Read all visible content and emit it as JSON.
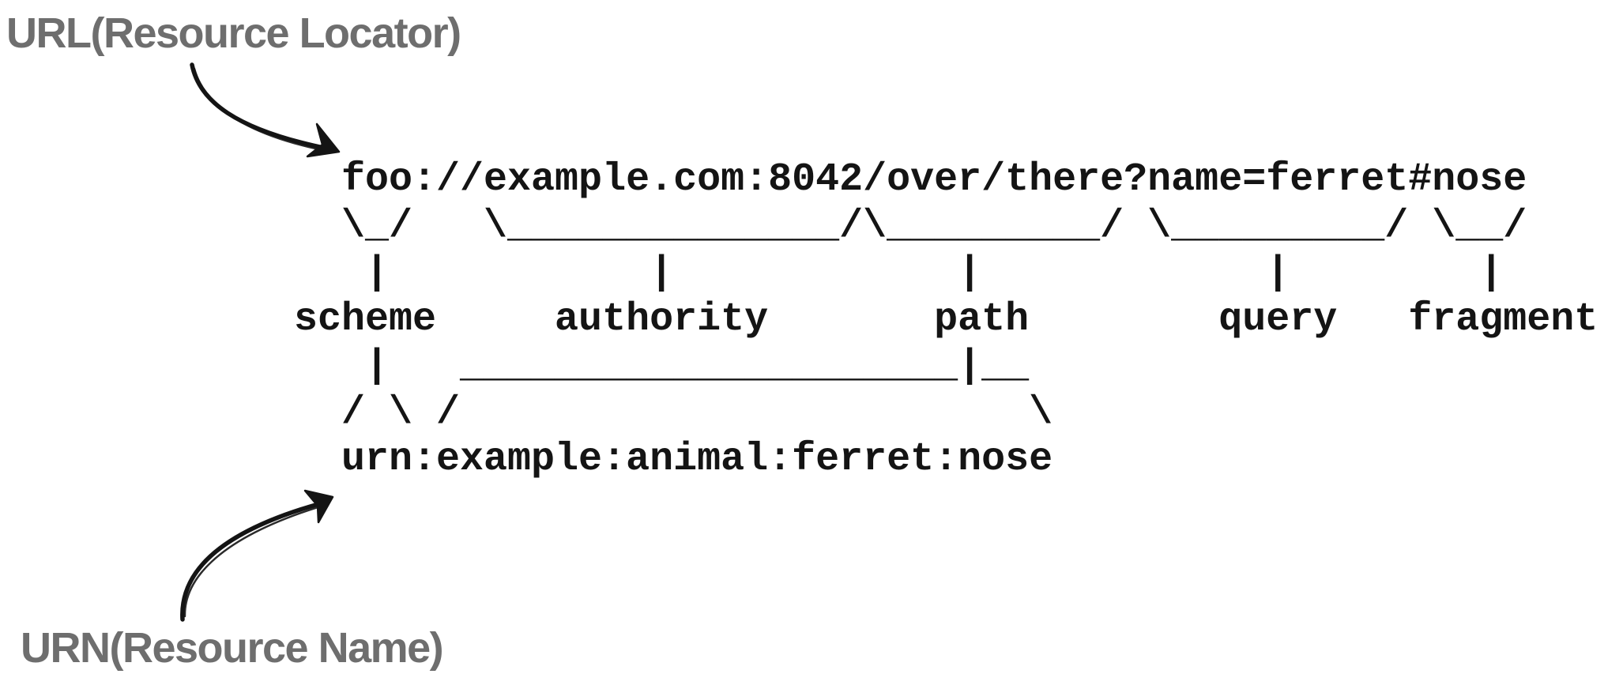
{
  "labels": {
    "url": "URL(Resource Locator)",
    "urn": "URN(Resource Name)"
  },
  "colors": {
    "background": "#ffffff",
    "ink": "#141414",
    "label_gray": "#6e6e6e"
  },
  "diagram": {
    "type": "ascii-uri-anatomy",
    "uri_example": "foo://example.com:8042/over/there?name=ferret#nose",
    "urn_example": "urn:example:animal:ferret:nose",
    "components": [
      "scheme",
      "authority",
      "path",
      "query",
      "fragment"
    ],
    "component_values": {
      "scheme": "foo",
      "authority": "example.com:8042",
      "path": "/over/there",
      "query": "name=ferret",
      "fragment": "nose"
    },
    "ascii_art_lines": [
      "  foo://example.com:8042/over/there?name=ferret#nose",
      "  \\_/   \\______________/\\_________/ \\_________/ \\__/",
      "   |           |            |            |        |",
      "scheme     authority       path        query   fragment",
      "   |   _____________________|__",
      "  / \\ /                        \\",
      "  urn:example:animal:ferret:nose"
    ]
  },
  "icons": {
    "url_arrow": "curved-arrow-down-right-icon",
    "urn_arrow": "curved-arrow-up-right-icon"
  }
}
